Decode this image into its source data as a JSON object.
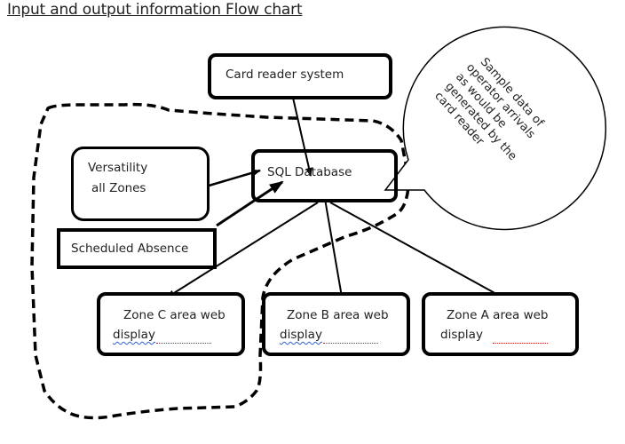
{
  "title": "Input and output information Flow chart",
  "nodes": {
    "card_reader": {
      "label": "Card reader system"
    },
    "sql_db": {
      "label": "SQL Database"
    },
    "versatility": {
      "label_line1": "Versatility",
      "label_line2": "all Zones"
    },
    "scheduled_absence": {
      "label": "Scheduled Absence"
    },
    "zone_c": {
      "label_line1": "Zone C area web",
      "label_line2": "display"
    },
    "zone_b": {
      "label_line1": "Zone B area web",
      "label_line2": "display"
    },
    "zone_a": {
      "label_line1": "Zone A  area web",
      "label_line2": "display"
    }
  },
  "callout": {
    "lines": [
      "Sample data of",
      "operator arrivals",
      "as would be",
      "generated by the",
      "card reader"
    ]
  },
  "edges": [
    {
      "from": "card_reader",
      "to": "sql_db"
    },
    {
      "from": "versatility",
      "to": "sql_db"
    },
    {
      "from": "scheduled_absence",
      "to": "sql_db"
    },
    {
      "from": "sql_db",
      "to": "zone_c"
    },
    {
      "from": "sql_db",
      "to": "zone_b"
    },
    {
      "from": "sql_db",
      "to": "zone_a"
    }
  ],
  "colors": {
    "stroke": "#000000",
    "spell_blue": "#3060d0",
    "spell_red": "#d02020"
  }
}
